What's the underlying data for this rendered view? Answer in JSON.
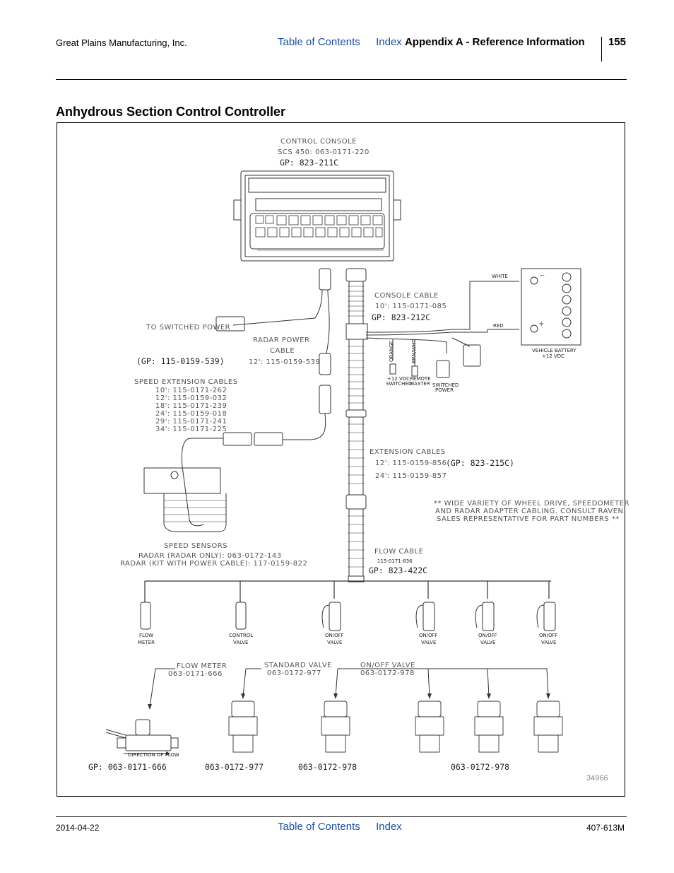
{
  "header": {
    "company": "Great Plains Manufacturing, Inc.",
    "toc_link": "Table of Contents",
    "index_link": "Index",
    "section": "Appendix A - Reference Information",
    "page_number": "155"
  },
  "title": "Anhydrous Section Control Controller",
  "diagram": {
    "control_console": [
      "CONTROL CONSOLE",
      "SCS 450: 063-0171-220",
      "GP: 823-211C"
    ],
    "console_cable": [
      "CONSOLE CABLE",
      "10': 115-0171-085",
      "GP: 823-212C"
    ],
    "white": "WHITE",
    "red": "RED",
    "vehicle_battery": [
      "VEHICLE BATTERY",
      "+12 VDC"
    ],
    "to_switched_power": "TO SWITCHED POWER",
    "radar_power_cable": [
      "RADAR POWER",
      "CABLE",
      "(GP: 115-0159-539)",
      "12': 115-0159-539"
    ],
    "orange": "ORANGE",
    "brn_wht": "BRN/WHT",
    "switched_12v": [
      "+12 VDC",
      "SWITCHED"
    ],
    "remote_master": [
      "REMOTE",
      "MASTER"
    ],
    "switched_power": [
      "SWITCHED",
      "POWER"
    ],
    "speed_extension": {
      "title": "SPEED EXTENSION CABLES",
      "items": [
        "10': 115-0171-262",
        "12': 115-0159-032",
        "18': 115-0171-239",
        "24': 115-0159-018",
        "29': 115-0171-241",
        "34': 115-0171-225"
      ]
    },
    "extension_cables": [
      "EXTENSION CABLES",
      "12': 115-0159-856",
      "(GP: 823-215C)",
      "24': 115-0159-857"
    ],
    "note": [
      "** WIDE VARIETY OF WHEEL DRIVE, SPEEDOMETER",
      "AND RADAR ADAPTER CABLING.  CONSULT RAVEN",
      "SALES REPRESENTATIVE FOR PART NUMBERS **"
    ],
    "speed_sensors": [
      "SPEED SENSORS",
      "RADAR (RADAR ONLY): 063-0172-143",
      "RADAR (KIT WITH POWER CABLE): 117-0159-822"
    ],
    "flow_cable": [
      "FLOW CABLE",
      "115-0171-836",
      "GP: 823-422C"
    ],
    "connectors": [
      [
        "FLOW",
        "METER"
      ],
      [
        "CONTROL",
        "VALVE"
      ],
      [
        "ON/OFF",
        "VALVE"
      ],
      [
        "ON/OFF",
        "VALVE"
      ],
      [
        "ON/OFF",
        "VALVE"
      ],
      [
        "ON/OFF",
        "VALVE"
      ]
    ],
    "flow_meter": [
      "FLOW METER",
      "063-0171-666"
    ],
    "standard_valve": [
      "STANDARD VALVE",
      "063-0172-977"
    ],
    "onoff_valve": [
      "ON/OFF VALVE",
      "063-0172-978"
    ],
    "direction_of_flow": "DIRECTION OF FLOW",
    "bottom_parts": [
      "GP: 063-0171-666",
      "063-0172-977",
      "063-0172-978",
      "063-0172-978"
    ],
    "figure_number": "34966"
  },
  "footer": {
    "date": "2014-04-22",
    "toc_link": "Table of Contents",
    "index_link": "Index",
    "doc_number": "407-613M"
  }
}
